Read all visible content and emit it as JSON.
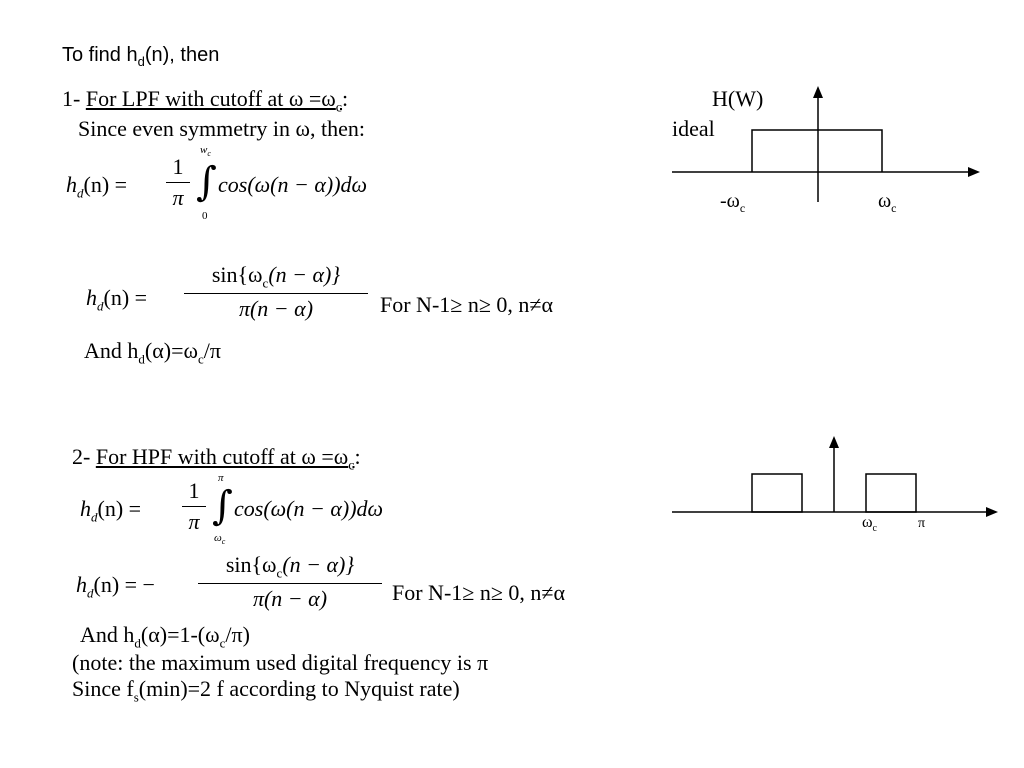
{
  "header": {
    "prefix": "To find h",
    "sub": "d",
    "suffix": "(n), then"
  },
  "lpf": {
    "heading_num": "1-",
    "heading_text": "For LPF with cutoff at ω =ω",
    "heading_sub": "c",
    "heading_end": ":",
    "symmetry": "Since even symmetry in ω, then:",
    "eq1_lhs": "h",
    "eq1_lhs_sub": "d",
    "eq1_lhs_end": "(n) =",
    "eq1_num": "1",
    "eq1_den": "π",
    "eq1_upper": "w",
    "eq1_upper_sub": "c",
    "eq1_lower": "0",
    "eq1_integrand": "cos(ω(n − α))dω",
    "eq2_lhs": "h",
    "eq2_lhs_sub": "d",
    "eq2_lhs_end": "(n) =",
    "eq2_num": "sin{ω",
    "eq2_num_sub": "c",
    "eq2_num_end": "(n − α)}",
    "eq2_den": "π(n − α)",
    "condition": "For  N-1≥ n≥ 0, n≠α",
    "and_text": "And  h",
    "and_sub": "d",
    "and_end": "(α)=ω",
    "and_sub2": "c",
    "and_tail": "/π"
  },
  "hpf": {
    "heading_num": "2-",
    "heading_text": "For HPF with cutoff at ω =ω",
    "heading_sub": "c",
    "heading_end": ":",
    "eq1_lhs": "h",
    "eq1_lhs_sub": "d",
    "eq1_lhs_end": "(n) =",
    "eq1_num": "1",
    "eq1_den": "π",
    "eq1_upper": "π",
    "eq1_lower": "ω",
    "eq1_lower_sub": "c",
    "eq1_integrand": "cos(ω(n − α))dω",
    "eq2_lhs": "h",
    "eq2_lhs_sub": "d",
    "eq2_lhs_end": "(n) = −",
    "eq2_num": "sin{ω",
    "eq2_num_sub": "c",
    "eq2_num_end": "(n − α)}",
    "eq2_den": "π(n − α)",
    "condition": "For  N-1≥ n≥ 0, n≠α",
    "and_text": "And  h",
    "and_sub": "d",
    "and_end": "(α)=1-(ω",
    "and_sub2": "c",
    "and_tail": "/π)",
    "note1": "(note: the maximum used digital frequency is  π",
    "note2_a": "Since f",
    "note2_sub": "s",
    "note2_b": "(min)=2  f according to Nyquist rate)"
  },
  "graph1": {
    "title": "H(W)",
    "ideal_label": "ideal",
    "neg_cutoff": "-ω",
    "neg_cutoff_sub": "c",
    "pos_cutoff": "ω",
    "pos_cutoff_sub": "c"
  },
  "graph2": {
    "cutoff": "ω",
    "cutoff_sub": "c",
    "pi_label": "π"
  }
}
